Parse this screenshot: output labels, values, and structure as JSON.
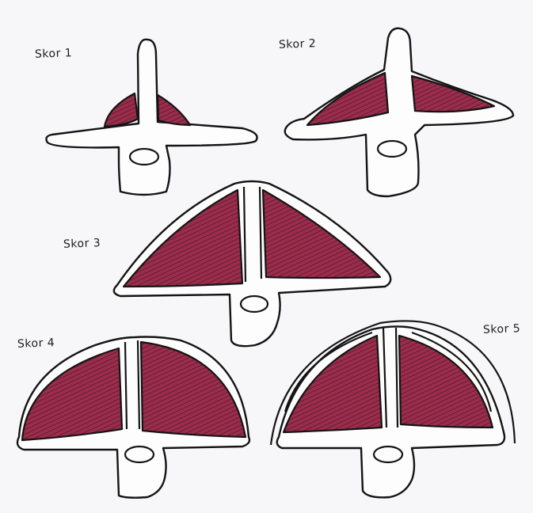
{
  "labels": {
    "score1": "Skor 1",
    "score2": "Skor 2",
    "score3": "Skor 3",
    "score4": "Skor 4",
    "score5": "Skor 5"
  },
  "colors": {
    "muscle": "#9b2d4c",
    "muscle_hatch": "#3a0f1c",
    "ink": "#141414",
    "paper": "#f7f7f9"
  }
}
